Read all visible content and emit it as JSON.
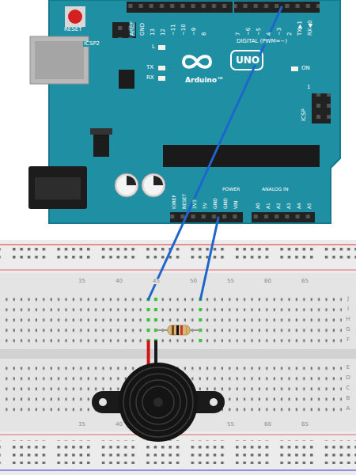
{
  "diagram": {
    "labels": [
      "RESET",
      "ICSP2",
      "AREF",
      "GND",
      "13",
      "12",
      "~11",
      "~10",
      "~9",
      "8",
      "7",
      "~6",
      "~5",
      "4",
      "~3",
      "2",
      "TX▶1",
      "RX◀0",
      "DIGITAL (PWM=~)",
      "L",
      "TX",
      "RX",
      "UNO",
      "Arduino™",
      "ON",
      "ICSP",
      "1",
      "IOREF",
      "RESET",
      "3V3",
      "5V",
      "GND",
      "GND",
      "VIN",
      "POWER",
      "ANALOG IN",
      "A0",
      "A1",
      "A2",
      "A3",
      "A4",
      "A5",
      "35",
      "40",
      "45",
      "50",
      "55",
      "60",
      "65",
      "35",
      "40",
      "55",
      "60",
      "65",
      "J",
      "I",
      "H",
      "G",
      "F",
      "E",
      "D",
      "C",
      "B",
      "A"
    ]
  }
}
